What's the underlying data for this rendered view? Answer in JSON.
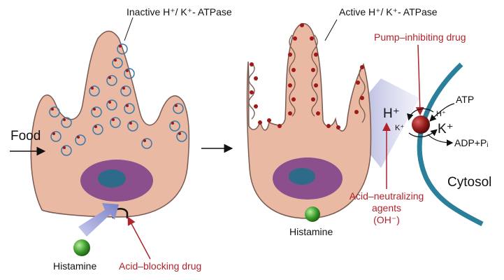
{
  "labels": {
    "inactive_pump": "Inactive H⁺/ K⁺- ATPase",
    "active_pump": "Active H⁺/ K⁺- ATPase",
    "pump_inhibiting_drug": "Pump–inhibiting drug",
    "atp": "ATP",
    "h_plus": "H⁺",
    "k_plus": "K⁺",
    "adp_pi": "ADP+Pᵢ",
    "cytosol": "Cytosol",
    "food": "Food",
    "histamine": "Histamine",
    "acid_blocking_drug": "Acid–blocking drug",
    "acid_neutralizing_line1": "Acid–neutralizing",
    "acid_neutralizing_line2": "agents",
    "acid_neutralizing_line3": "(OH⁻)"
  },
  "colors": {
    "cell_fill": "#e9b9a3",
    "cell_stroke": "#7a5a50",
    "nucleus": "#8a4f8c",
    "nucleus_core": "#2e6a8a",
    "membrane": "#2a7f9a",
    "pump_ball": "#8e1a1a",
    "drug_red": "#b0232a",
    "histamine_green": "#3a9a2a",
    "arrow_blue": "#8a8fd0"
  }
}
